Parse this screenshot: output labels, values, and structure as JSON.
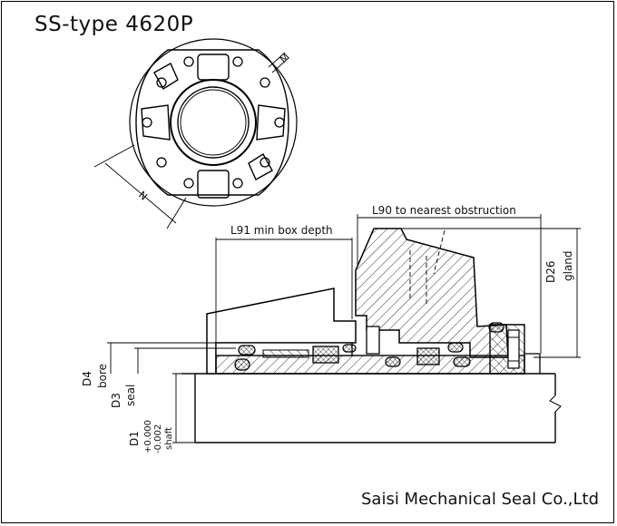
{
  "title": "SS-type 4620P",
  "company": "Saisi Mechanical Seal Co.,Ltd",
  "dimensions": {
    "M": "M",
    "N": "N",
    "L91": "L91 min box depth",
    "L90": "L90 to nearest obstruction",
    "D26_code": "D26",
    "D26_name": "gland",
    "D4_code": "D4",
    "D4_name": "bore",
    "D3_code": "D3",
    "D3_name": "seal",
    "D1_code": "D1",
    "D1_tol_plus": "+0.000",
    "D1_tol_minus": "-0.002",
    "D1_name": "shaft"
  }
}
